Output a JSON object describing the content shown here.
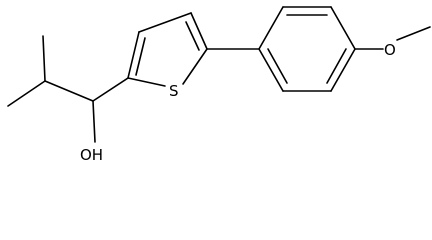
{
  "structure": {
    "atoms": {
      "hydroxyl": "OH",
      "sulfur": "S",
      "methoxy_oxygen": "O"
    }
  }
}
